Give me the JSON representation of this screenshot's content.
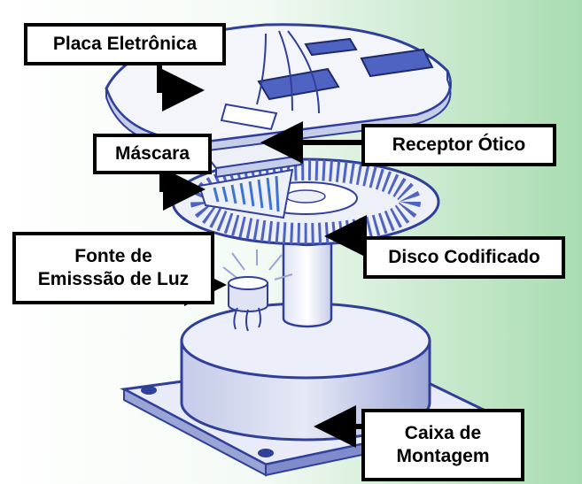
{
  "labels": {
    "placa": "Placa Eletrônica",
    "receptor": "Receptor Ótico",
    "mascara": "Máscara",
    "disco": "Disco Codificado",
    "fonte_line1": "Fonte de",
    "fonte_line2": "Emisssão de Luz",
    "caixa_line1": "Caixa de",
    "caixa_line2": "Montagem"
  },
  "colors": {
    "part_fill": "#eef0f8",
    "part_edge": "#2f3f9a",
    "chip": "#4f63c3",
    "background_accent": "#a8dcb0",
    "arrow": "#000000"
  }
}
